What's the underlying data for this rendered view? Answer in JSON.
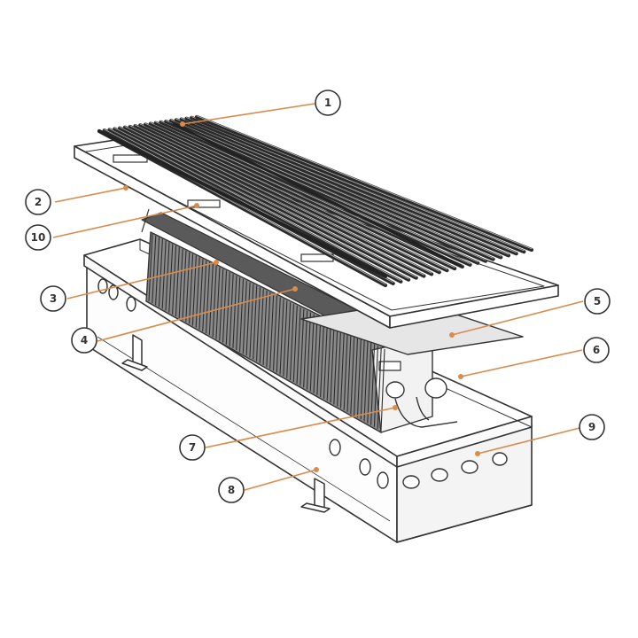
{
  "colors": {
    "leader": "#d98b4a",
    "line": "#333333",
    "fill": "#ffffff",
    "shade": "#e6e6e6"
  },
  "callouts": [
    {
      "number": "1"
    },
    {
      "number": "2"
    },
    {
      "number": "10"
    },
    {
      "number": "3"
    },
    {
      "number": "4"
    },
    {
      "number": "5"
    },
    {
      "number": "6"
    },
    {
      "number": "9"
    },
    {
      "number": "7"
    },
    {
      "number": "8"
    }
  ]
}
